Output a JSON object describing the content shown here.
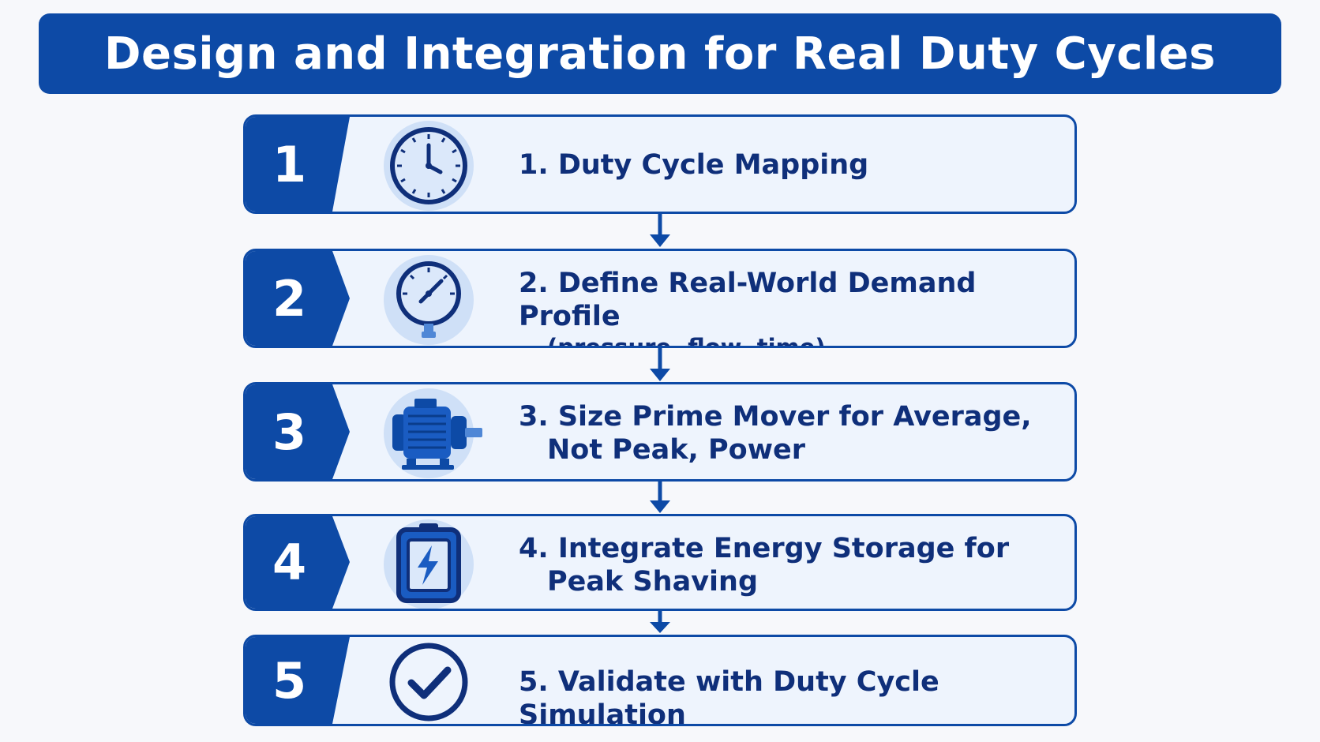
{
  "title": "Design and Integration for Real Duty Cycles",
  "steps": [
    {
      "number": "1",
      "icon": "clock-icon",
      "line1": "1. Duty Cycle Mapping"
    },
    {
      "number": "2",
      "icon": "pressure-gauge-icon",
      "line1": "2. Define Real-World Demand Profile",
      "sub": "(pressure, flow, time)"
    },
    {
      "number": "3",
      "icon": "motor-icon",
      "line1": "3. Size Prime Mover for Average,",
      "line2": "Not Peak, Power"
    },
    {
      "number": "4",
      "icon": "battery-icon",
      "line1": "4. Integrate Energy Storage for",
      "line2": "Peak Shaving"
    },
    {
      "number": "5",
      "icon": "checkmark-icon",
      "line1": "5. Validate with Duty Cycle Simulation"
    }
  ],
  "colors": {
    "primary": "#0d4aa6",
    "box_fill": "#eef4fd",
    "text": "#0f2f7a",
    "icon_bg": "#cfe0f7"
  }
}
